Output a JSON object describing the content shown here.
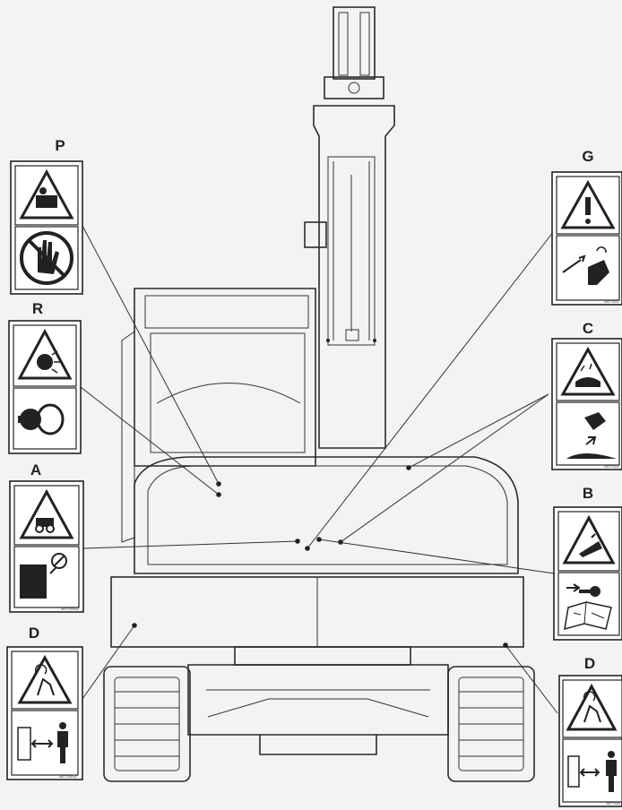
{
  "decals": [
    {
      "id": "P",
      "letter": "P",
      "part_number": "",
      "top_symbol": "crush-hazard-icon",
      "bottom_symbol": "no-hand-icon"
    },
    {
      "id": "R",
      "letter": "R",
      "part_number": "",
      "top_symbol": "fan-hazard-icon",
      "bottom_symbol": "rotating-fan-icon"
    },
    {
      "id": "A",
      "letter": "A",
      "part_number": "6577253x2",
      "top_symbol": "machine-hazard-icon",
      "bottom_symbol": "hot-surface-icon"
    },
    {
      "id": "D_left",
      "letter": "D",
      "part_number": "6577250x2",
      "top_symbol": "crush-body-icon",
      "bottom_symbol": "keep-distance-icon"
    },
    {
      "id": "G",
      "letter": "G",
      "part_number": "6577223",
      "top_symbol": "warning-exclamation-icon",
      "bottom_symbol": "hand-pinch-icon"
    },
    {
      "id": "C",
      "letter": "C",
      "part_number": "6577224",
      "top_symbol": "hot-fluid-hazard-icon",
      "bottom_symbol": "spray-hand-icon"
    },
    {
      "id": "B",
      "letter": "B",
      "part_number": "",
      "top_symbol": "electrocution-hazard-icon",
      "bottom_symbol": "key-manual-icon"
    },
    {
      "id": "D_right",
      "letter": "D",
      "part_number": "6577250",
      "top_symbol": "crush-body-icon",
      "bottom_symbol": "keep-distance-icon"
    }
  ]
}
